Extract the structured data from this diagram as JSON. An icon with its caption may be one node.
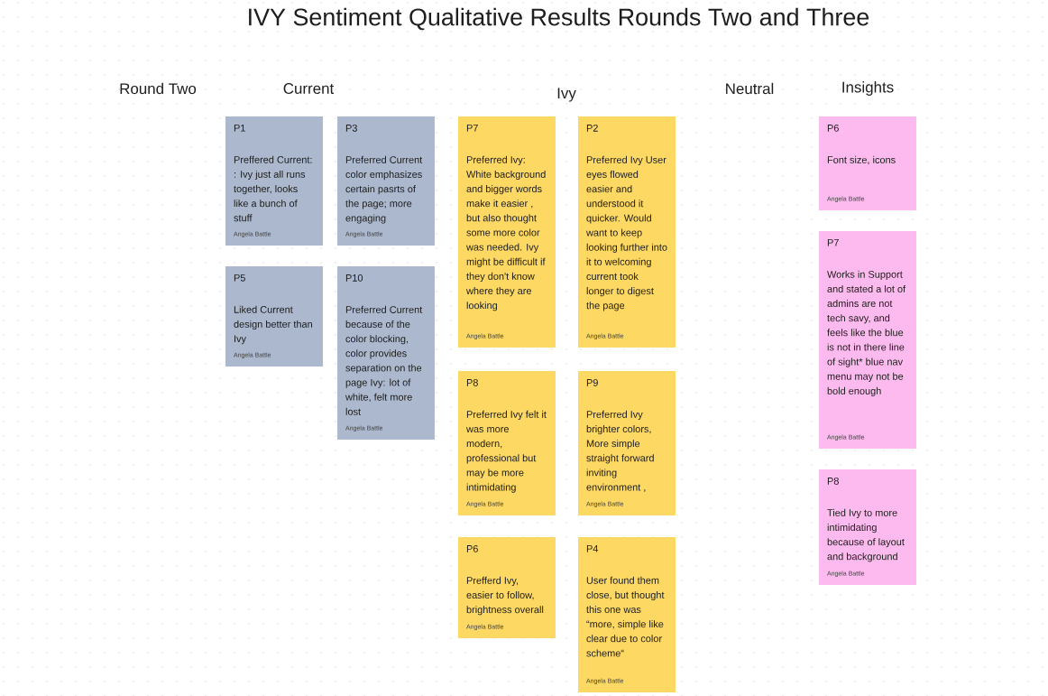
{
  "diagram": {
    "title": "IVY Sentiment Qualitative Results Rounds Two and Three",
    "nodes": [
      {
        "text": [
          "P1",
          "Preffered Current: : Ivy just all runs together, looks like a bunch of stuff",
          "Angela Battle"
        ]
      },
      {
        "text": [
          "P3",
          "Preferred Current color emphasizes certain pasrts of the page; more engaging",
          "Angela Battle"
        ]
      },
      {
        "text": [
          "P5",
          "Liked Current design better than Ivy",
          "Angela Battle"
        ]
      },
      {
        "text": [
          "P10",
          "Preferred Current because of the color blocking, color provides separation on the page Ivy: lot of white, felt more lost",
          "Angela Battle"
        ]
      },
      {
        "text": [
          "P7",
          "Preferred Ivy: White background and bigger words make it easier , but also thought some more color was needed. Ivy might be difficult if they don't know where they are looking",
          "Angela Battle"
        ]
      },
      {
        "text": [
          "P2",
          "Preferred Ivy User eyes flowed easier and understood it quicker.  Would want to keep looking further into it to welcoming current took longer to digest the page",
          "Angela Battle"
        ]
      },
      {
        "text": [
          "P8",
          "Preferred Ivy felt it was more modern, professional but may be more intimidating",
          "Angela Battle"
        ]
      },
      {
        "text": [
          "P9",
          "Preferred Ivy brighter colors, More simple straight forward inviting environment ,",
          "Angela Battle"
        ]
      },
      {
        "text": [
          "P6",
          "Prefferd Ivy, easier to follow, brightness overall",
          "Angela Battle"
        ]
      },
      {
        "text": [
          "P4",
          "User found them close, but thought this one was “more, simple like clear due to color scheme“",
          "Angela Battle"
        ]
      },
      {
        "text": [
          "P6",
          "Font size, icons",
          "Angela Battle"
        ]
      },
      {
        "text": [
          "P7",
          "Works in Support and stated a lot of admins are not tech savy, and feels like the blue is not in there line of sight* blue nav menu may not be bold enough",
          "Angela Battle"
        ]
      },
      {
        "text": [
          "P8",
          "Tied Ivy to more intimidating because of layout and background",
          "Angela Battle"
        ]
      }
    ],
    "labels": [
      "Round Two",
      "Current",
      "Ivy",
      "Neutral",
      "Insights"
    ]
  }
}
